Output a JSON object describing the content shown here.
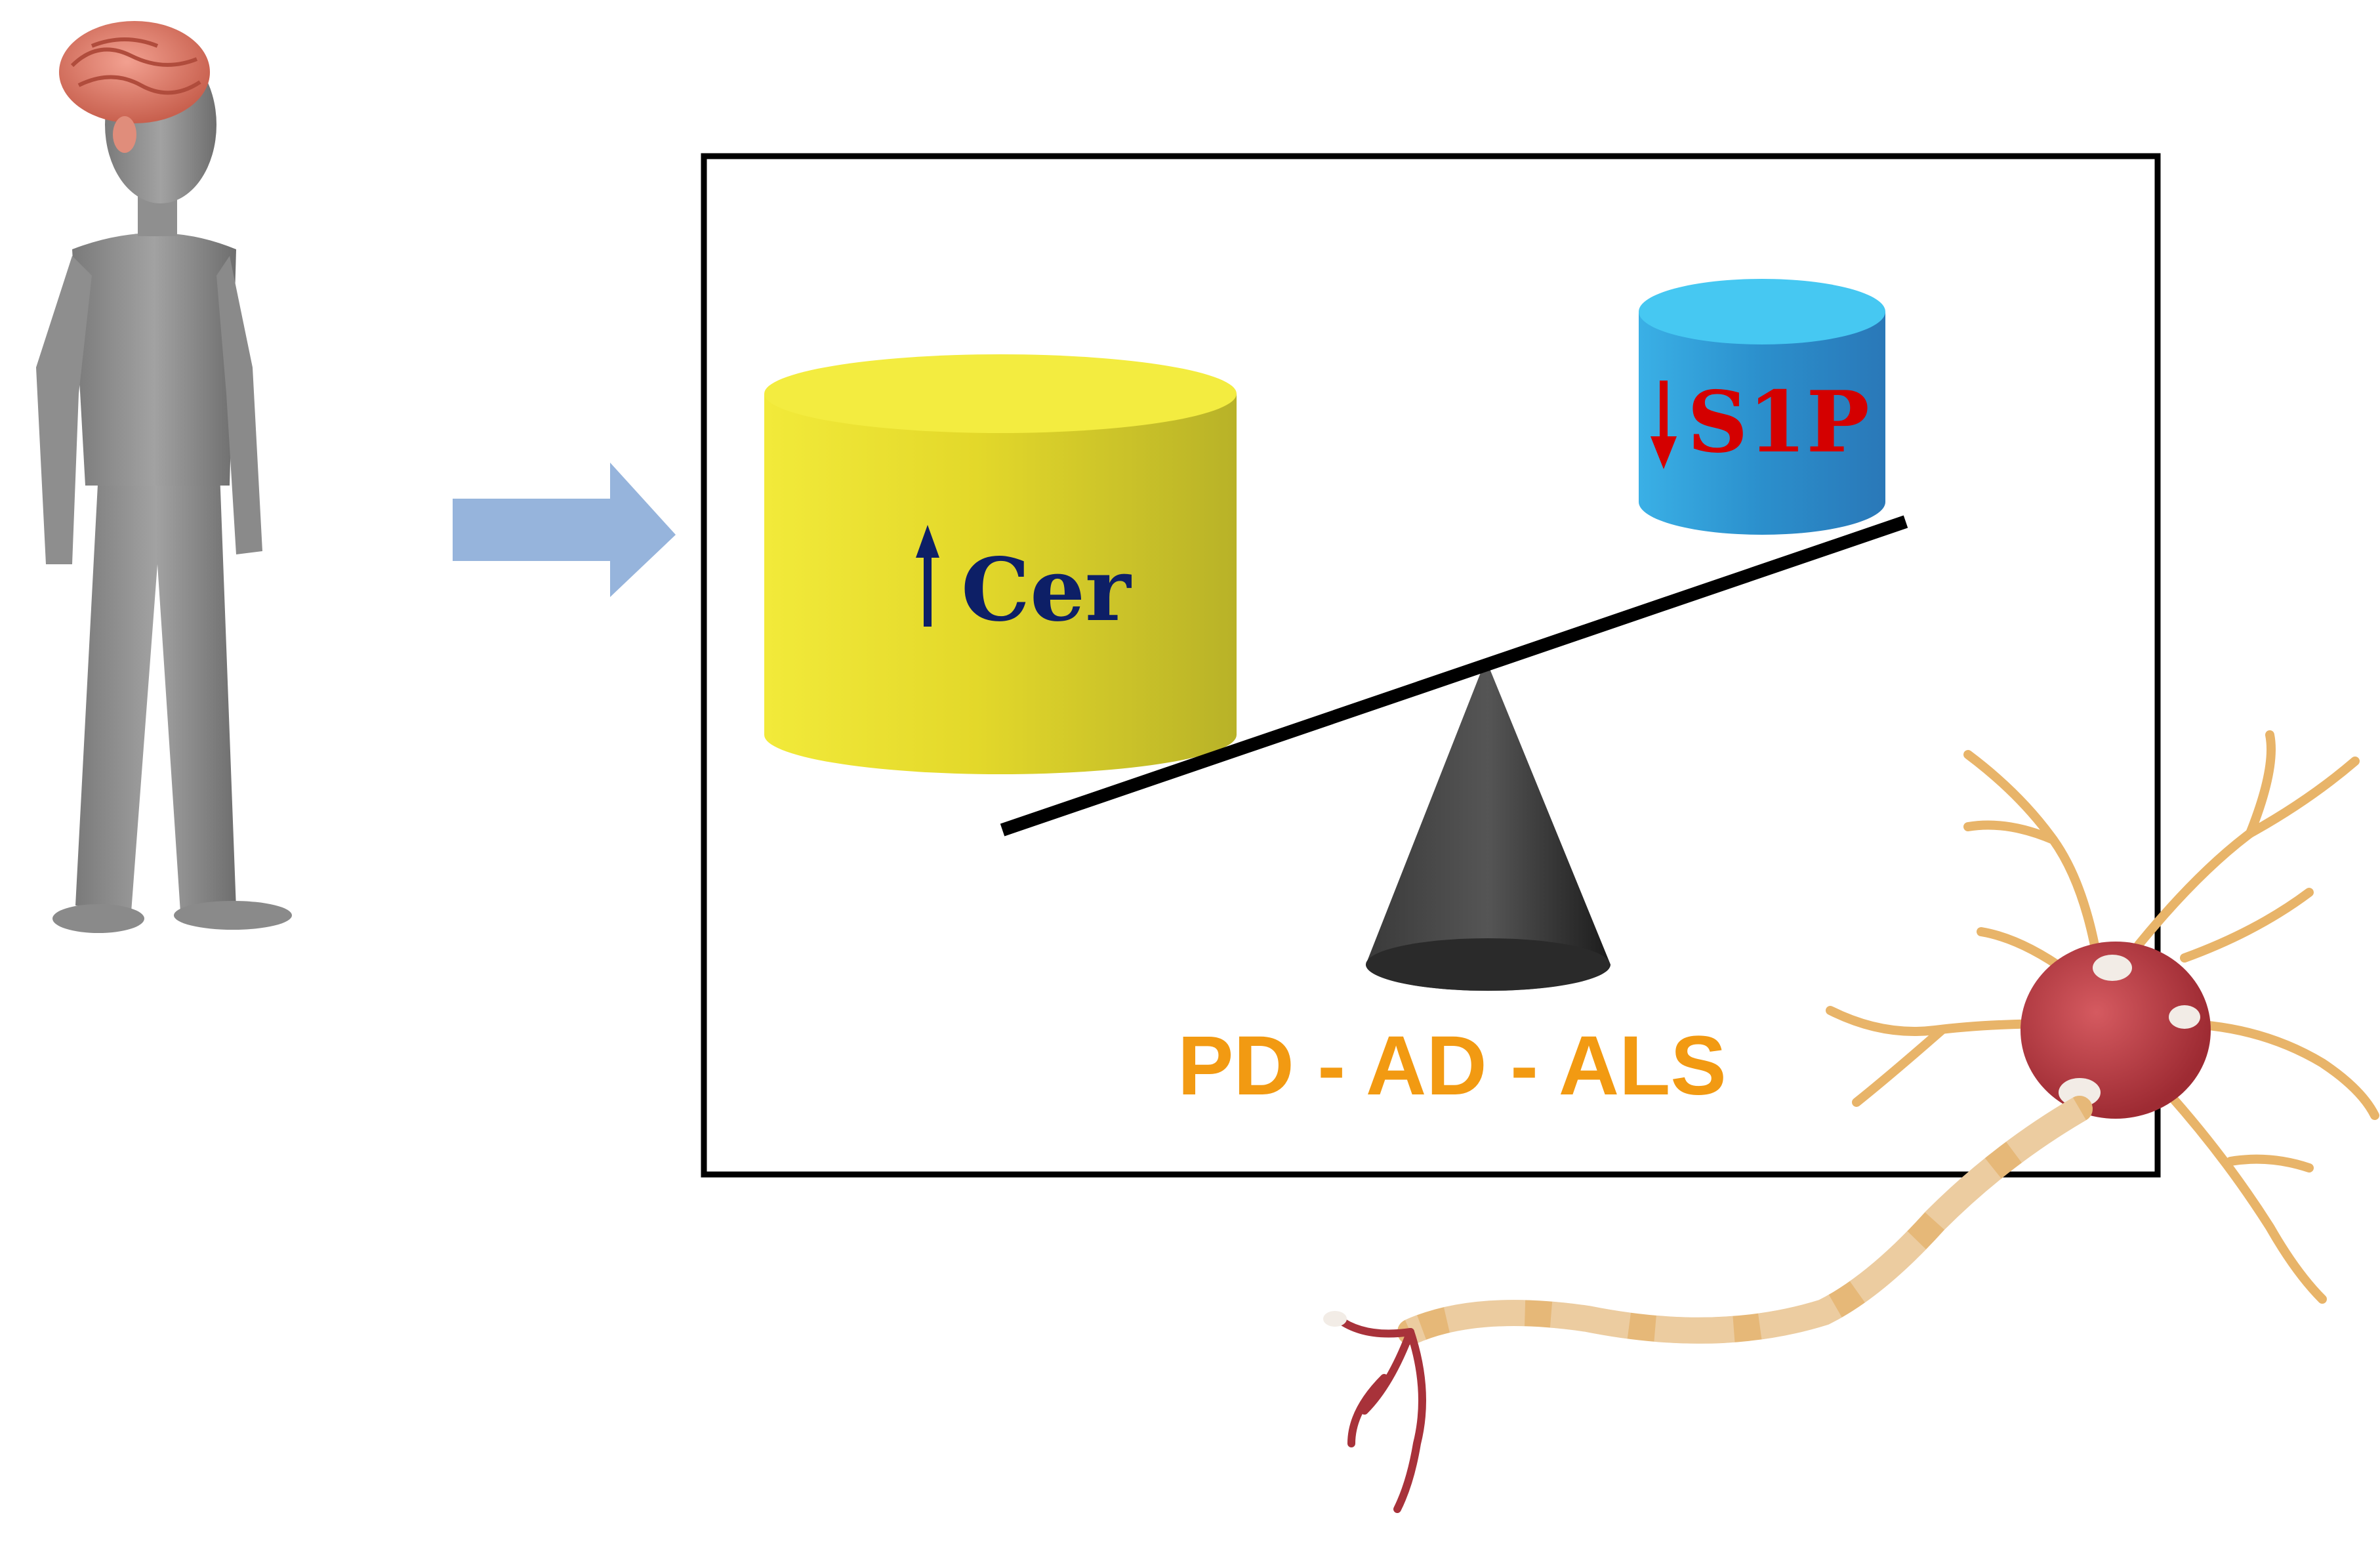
{
  "diagram": {
    "cer_label": "Cer",
    "s1p_label": "S1P",
    "disease_label": "PD - AD - ALS"
  },
  "colors": {
    "cer_cylinder": "#e6dc2a",
    "s1p_cylinder": "#2c95d2",
    "cer_text": "#0d1f66",
    "s1p_text": "#d40000",
    "disease_text": "#f29a12",
    "arrow": "#96b4dc",
    "frame": "#000000",
    "fulcrum": "#2b2b2b",
    "neuron_body": "#b8383f",
    "figure_body": "#8c8c8c",
    "brain": "#e0806e"
  },
  "icons": {
    "person": "human-figure-with-brain",
    "arrow": "right-arrow",
    "fulcrum": "cone-fulcrum",
    "neuron": "neuron-cell",
    "cer_direction": "up-arrow",
    "s1p_direction": "down-arrow"
  }
}
